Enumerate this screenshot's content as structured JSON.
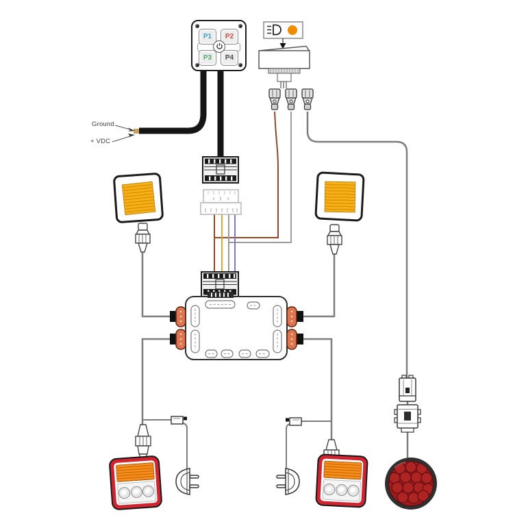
{
  "diagram": {
    "type": "vehicle-lighting-wiring-diagram"
  },
  "switch_panel": {
    "buttons": [
      {
        "label": "P1",
        "color": "#3f9fc6"
      },
      {
        "label": "P2",
        "color": "#c1504b"
      },
      {
        "label": "P3",
        "color": "#53a56a"
      },
      {
        "label": "P4",
        "color": "#4a4a4a"
      }
    ],
    "power_icon": "power"
  },
  "labels": {
    "ground": "Ground",
    "vdc": "+ VDC"
  },
  "rocker_switch": {
    "label_icon": "worklight-icon",
    "indicator_color": "#ef8c00"
  },
  "colors": {
    "wire_gray": "#7d7d7d",
    "wire_brown": "#8a4a2a",
    "wire_orange": "#e2a23c",
    "wire_purple": "#8079b8",
    "cable_black": "#151515",
    "amber_lens": "#f3a81b",
    "tail_red": "#cf2531",
    "tail_amber": "#f49020",
    "round_light_red": "#9c1b1d",
    "junction_port_orange": "#dd7650"
  }
}
